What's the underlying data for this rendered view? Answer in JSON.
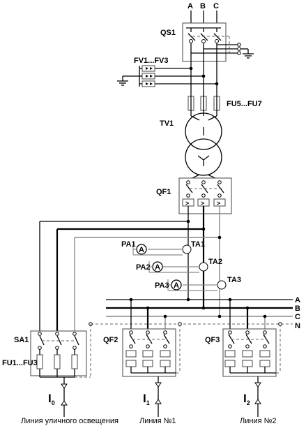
{
  "phases": {
    "a": "A",
    "b": "B",
    "c": "C"
  },
  "labels": {
    "qs1": "QS1",
    "fv": "FV1...FV3",
    "fu57": "FU5...FU7",
    "tv1": "TV1",
    "qf1": "QF1",
    "pa1": "PA1",
    "ta1": "TA1",
    "pa2": "PA2",
    "ta2": "TA2",
    "pa3": "PA3",
    "ta3": "TA3",
    "sa1": "SA1",
    "fu13": "FU1...FU3",
    "qf2": "QF2",
    "qf3": "QF3"
  },
  "buses": {
    "a": "A",
    "b": "B",
    "c": "C",
    "n": "N"
  },
  "ammeter_symbol": "A",
  "outputs": {
    "i0_main": "I",
    "i0_sub": "0",
    "i1_main": "I",
    "i1_sub": "1",
    "i2_main": "I",
    "i2_sub": "2",
    "street": "Линия уличного освещения",
    "line1": "Линия №1",
    "line2": "Линия №2"
  }
}
